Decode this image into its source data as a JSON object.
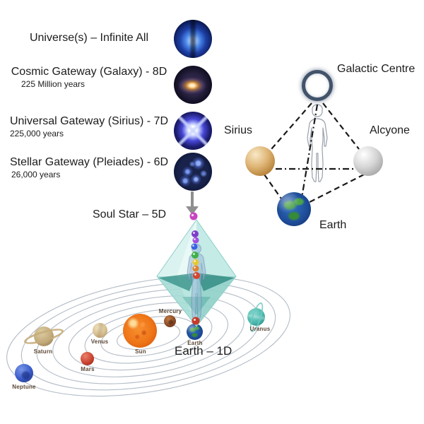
{
  "title_column": {
    "items": [
      {
        "title": "Universe(s) – Infinite All",
        "subtitle": "",
        "image_icon": "universe-nebula-image"
      },
      {
        "title": "Cosmic Gateway (Galaxy) - 8D",
        "subtitle": "225 Million years",
        "image_icon": "spiral-galaxy-image"
      },
      {
        "title": "Universal Gateway (Sirius) - 7D",
        "subtitle": "225,000 years",
        "image_icon": "sirius-star-image"
      },
      {
        "title": "Stellar Gateway (Pleiades) - 6D",
        "subtitle": "26,000 years",
        "image_icon": "pleiades-cluster-image"
      }
    ]
  },
  "soul_star_label": "Soul Star – 5D",
  "star_tetrahedron": {
    "top_label": "Galactic Centre",
    "left_label": "Sirius",
    "right_label": "Alcyone",
    "bottom_label": "Earth"
  },
  "chakras": [
    {
      "name": "soul-star",
      "color": "#c945c0"
    },
    {
      "name": "crown",
      "color": "#7e3fc9"
    },
    {
      "name": "third-eye",
      "color": "#a14fe0"
    },
    {
      "name": "throat",
      "color": "#3a64e0"
    },
    {
      "name": "heart",
      "color": "#3fb04a"
    },
    {
      "name": "solar-plexus",
      "color": "#e6c832"
    },
    {
      "name": "sacral",
      "color": "#e08232"
    },
    {
      "name": "root",
      "color": "#d64530"
    },
    {
      "name": "earth-star",
      "color": "#c63a28"
    }
  ],
  "solar_system": {
    "dimension_label": "Earth – 1D",
    "planets": [
      {
        "name": "Neptune",
        "color": "#3a5ecc"
      },
      {
        "name": "Saturn",
        "color": "#c2ab7c"
      },
      {
        "name": "Mars",
        "color": "#cc4733"
      },
      {
        "name": "Venus",
        "color": "#d9c294"
      },
      {
        "name": "Sun",
        "color": "#ee7518"
      },
      {
        "name": "Mercury",
        "color": "#8a4a26"
      },
      {
        "name": "Earth",
        "color": "#2c5fb3"
      },
      {
        "name": "Uranus",
        "color": "#4ab8ae"
      }
    ]
  },
  "colors": {
    "background": "#ffffff",
    "text": "#1c1c1c",
    "dashed_line": "#1a1a1a",
    "orbit_line": "#b3bcc6",
    "crystal_teal": "#9ed8d1",
    "arrow_gray": "#8f8f8f",
    "galactic_ring": "#42536b",
    "sirius_sphere": "#ddb272",
    "alcyone_sphere": "#c9c9c9"
  }
}
